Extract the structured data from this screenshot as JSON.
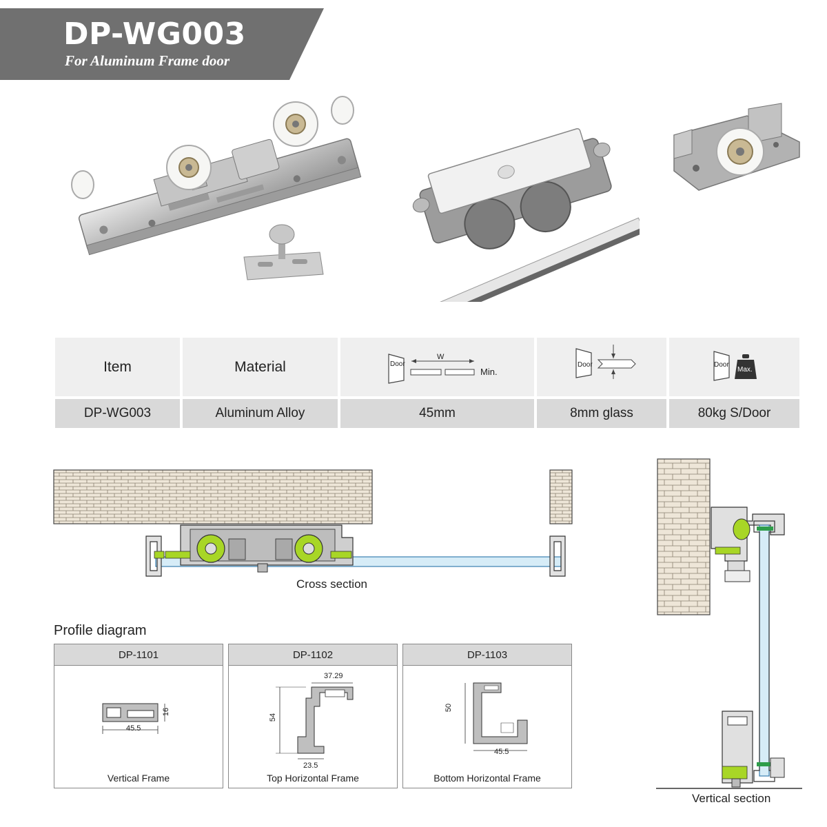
{
  "header": {
    "title": "DP-WG003",
    "subtitle": "For Aluminum Frame door"
  },
  "spec_table": {
    "headers": {
      "item": "Item",
      "material": "Material"
    },
    "icons": {
      "door_label": "Door",
      "width_label": "W",
      "min_label": "Min.",
      "max_label": "Max."
    },
    "values": {
      "item": "DP-WG003",
      "material": "Aluminum Alloy",
      "width": "45mm",
      "glass": "8mm glass",
      "load": "80kg S/Door"
    }
  },
  "cross_section": {
    "caption": "Cross section"
  },
  "vertical_section": {
    "caption": "Vertical section"
  },
  "profile_diagram": {
    "title": "Profile diagram",
    "profiles": [
      {
        "code": "DP-1101",
        "name": "Vertical Frame",
        "dims": [
          "45.5",
          "16"
        ]
      },
      {
        "code": "DP-1102",
        "name": "Top Horizontal Frame",
        "dims": [
          "37.29",
          "54",
          "23.5"
        ]
      },
      {
        "code": "DP-1103",
        "name": "Bottom Horizontal Frame",
        "dims": [
          "50",
          "45.5"
        ]
      }
    ]
  },
  "colors": {
    "banner": "#707070",
    "brick": "#eee6d8",
    "glass": "#d6ecf7",
    "accent": "#a8d626"
  }
}
